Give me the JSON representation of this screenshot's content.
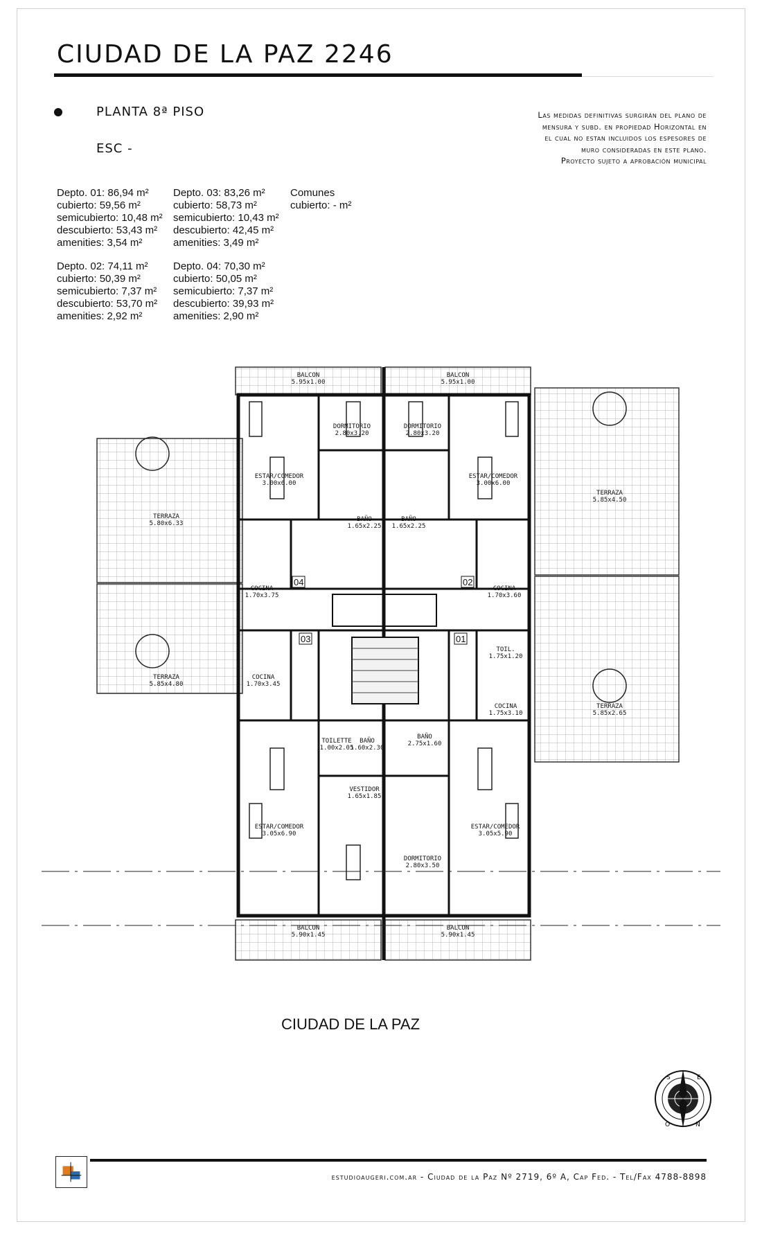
{
  "header": {
    "title": "CIUDAD DE LA PAZ 2246",
    "floor": "PLANTA 8ª PISO",
    "esc": "ESC -",
    "note": [
      "Las medidas definitivas surgirán del plano de",
      "mensura y subd. en propiedad Horizontal en",
      "el cual no estan incluidos los espesores de",
      "muro consideradas en este plano.",
      "Proyecto sujeto a aprobación municipal"
    ]
  },
  "units": [
    {
      "lines": [
        "Depto. 01: 86,94 m²",
        "cubierto: 59,56 m²",
        "semicubierto: 10,48 m²",
        "descubierto: 53,43 m²",
        "amenities: 3,54 m²"
      ]
    },
    {
      "lines": [
        "Depto. 02: 74,11 m²",
        "cubierto: 50,39 m²",
        "semicubierto: 7,37 m²",
        "descubierto: 53,70 m²",
        "amenities: 2,92 m²"
      ]
    },
    {
      "lines": [
        "Depto. 03: 83,26 m²",
        "cubierto: 58,73 m²",
        "semicubierto: 10,43 m²",
        "descubierto: 42,45 m²",
        "amenities: 3,49 m²"
      ]
    },
    {
      "lines": [
        "Depto. 04: 70,30 m²",
        "cubierto: 50,05 m²",
        "semicubierto: 7,37 m²",
        "descubierto: 39,93 m²",
        "amenities: 2,90 m²"
      ]
    },
    {
      "lines": [
        "Comunes",
        "cubierto: - m²"
      ]
    }
  ],
  "plan": {
    "rooms": [
      {
        "name": "BALCON",
        "size": "5.95x1.00"
      },
      {
        "name": "BALCON",
        "size": "5.95x1.00"
      },
      {
        "name": "DORMITORIO",
        "size": "2.80x3.20"
      },
      {
        "name": "DORMITORIO",
        "size": "2.80x3.20"
      },
      {
        "name": "ESTAR/COMEDOR",
        "size": "3.00x6.00"
      },
      {
        "name": "ESTAR/COMEDOR",
        "size": "3.00x6.00"
      },
      {
        "name": "TERRAZA",
        "size": "5.85x4.50"
      },
      {
        "name": "TERRAZA",
        "size": "5.80x6.33"
      },
      {
        "name": "BAÑO",
        "size": "1.65x2.25"
      },
      {
        "name": "BAÑO",
        "size": "1.65x2.25"
      },
      {
        "name": "COCINA",
        "size": "1.70x3.75"
      },
      {
        "name": "COCINA",
        "size": "1.70x3.60"
      },
      {
        "name": "TOIL.",
        "size": "1.75x1.20"
      },
      {
        "name": "TERRAZA",
        "size": "5.85x4.80"
      },
      {
        "name": "COCINA",
        "size": "1.70x3.45"
      },
      {
        "name": "COCINA",
        "size": "1.75x3.10"
      },
      {
        "name": "TERRAZA",
        "size": "5.85x2.65"
      },
      {
        "name": "TOILETTE",
        "size": "1.00x2.05"
      },
      {
        "name": "BAÑO",
        "size": "1.60x2.30"
      },
      {
        "name": "BAÑO",
        "size": "2.75x1.60"
      },
      {
        "name": "VESTIDOR",
        "size": "1.65x1.85"
      },
      {
        "name": "ESTAR/COMEDOR",
        "size": "3.05x6.90"
      },
      {
        "name": "ESTAR/COMEDOR",
        "size": "3.05x5.90"
      },
      {
        "name": "DORMITORIO",
        "size": "2.80x3.50"
      },
      {
        "name": "BALCON",
        "size": "5.90x1.45"
      },
      {
        "name": "BALCON",
        "size": "5.90x1.45"
      }
    ],
    "unit_markers": [
      "04",
      "02",
      "03",
      "01"
    ]
  },
  "street": "CIUDAD DE LA PAZ",
  "compass": {
    "letters": [
      "S",
      "N",
      "E",
      "O"
    ]
  },
  "footer": "estudioaugeri.com.ar - Ciudad de la Paz Nº 2719, 6º A, Cap Fed. - Tel/Fax 4788-8898"
}
